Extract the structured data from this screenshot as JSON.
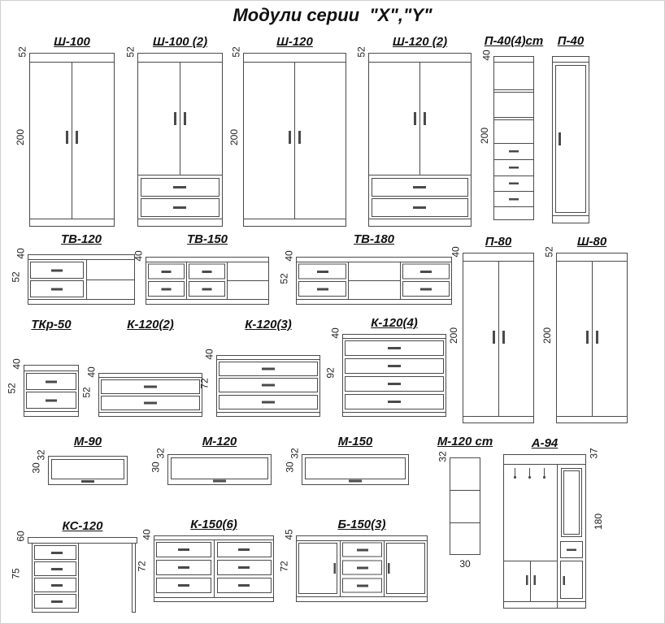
{
  "title": "Модули серии  \"X\",\"Y\"",
  "modules": [
    {
      "label": "Ш-100",
      "depth": "52",
      "height": "200"
    },
    {
      "label": "Ш-100 (2)",
      "depth": "52"
    },
    {
      "label": "Ш-120",
      "depth": "52",
      "height": "200"
    },
    {
      "label": "Ш-120 (2)",
      "depth": "52"
    },
    {
      "label": "П-40(4)ст",
      "depth": "40",
      "height": "200"
    },
    {
      "label": "П-40"
    },
    {
      "label": "ТВ-120",
      "depth": "40",
      "height": "52"
    },
    {
      "label": "ТВ-150",
      "depth": "40"
    },
    {
      "label": "ТВ-180",
      "depth": "40",
      "height": "52"
    },
    {
      "label": "П-80",
      "depth": "40",
      "height": "200"
    },
    {
      "label": "Ш-80",
      "depth": "52",
      "height": "200"
    },
    {
      "label": "ТКр-50",
      "depth": "40",
      "height": "52"
    },
    {
      "label": "К-120(2)",
      "depth": "40",
      "height": "52"
    },
    {
      "label": "К-120(3)",
      "depth": "40",
      "height": "72"
    },
    {
      "label": "К-120(4)",
      "depth": "40",
      "height": "92"
    },
    {
      "label": "М-90",
      "depth": "32",
      "height": "30"
    },
    {
      "label": "М-120",
      "depth": "32",
      "height": "30"
    },
    {
      "label": "М-150",
      "depth": "32",
      "height": "30"
    },
    {
      "label": "М-120 ст",
      "depth": "32",
      "width": "30"
    },
    {
      "label": "А-94",
      "depth": "37",
      "height": "180"
    },
    {
      "label": "КС-120",
      "depth": "60",
      "height": "75"
    },
    {
      "label": "К-150(6)",
      "depth": "40",
      "height": "72"
    },
    {
      "label": "Б-150(3)",
      "depth": "45",
      "height": "72"
    }
  ]
}
